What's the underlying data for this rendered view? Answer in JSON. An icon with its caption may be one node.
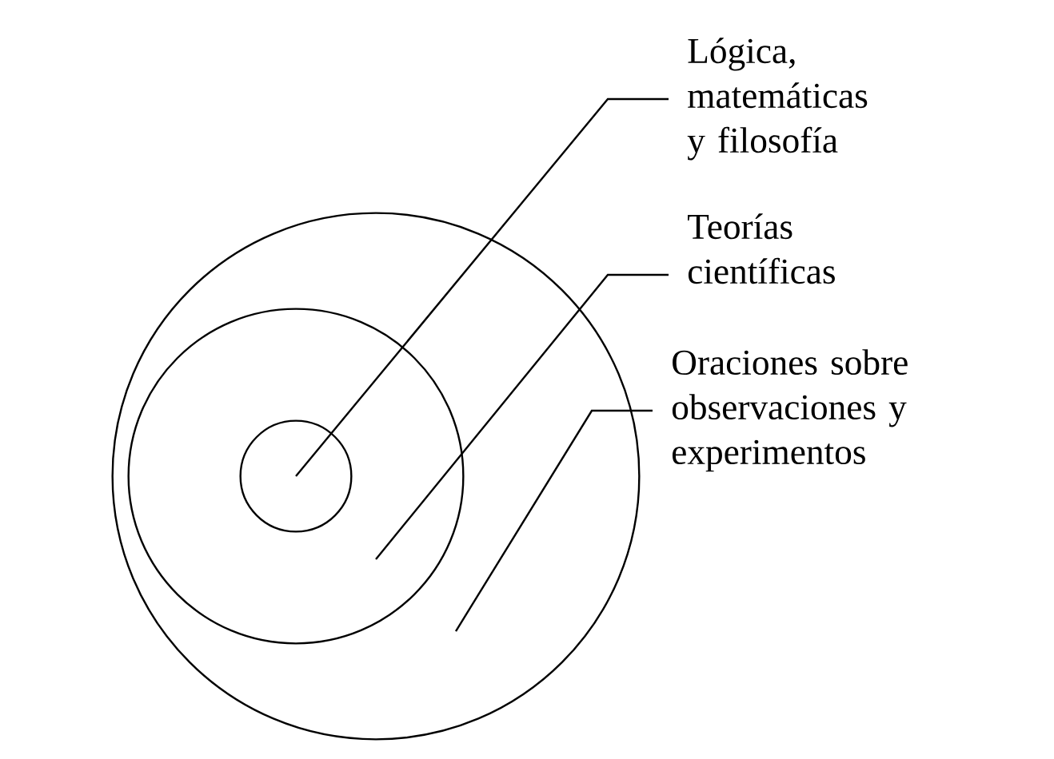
{
  "diagram": {
    "nodes": [
      {
        "text": [],
        "shape": "circle"
      },
      {
        "text": [],
        "shape": "circle",
        "in": 0
      },
      {
        "text": [],
        "shape": "circle",
        "in": 1
      },
      {
        "text": [
          "Lógica, matemáticas y filosofía"
        ]
      },
      {
        "text": [
          "Teorías científicas"
        ]
      },
      {
        "text": [
          "Oraciones sobre observaciones y experimentos"
        ]
      }
    ],
    "edges": [
      {
        "from": 3,
        "to": 2,
        "arrow": "none"
      },
      {
        "from": 4,
        "to": 1,
        "arrow": "none"
      },
      {
        "from": 5,
        "to": 0,
        "arrow": "none"
      }
    ]
  }
}
